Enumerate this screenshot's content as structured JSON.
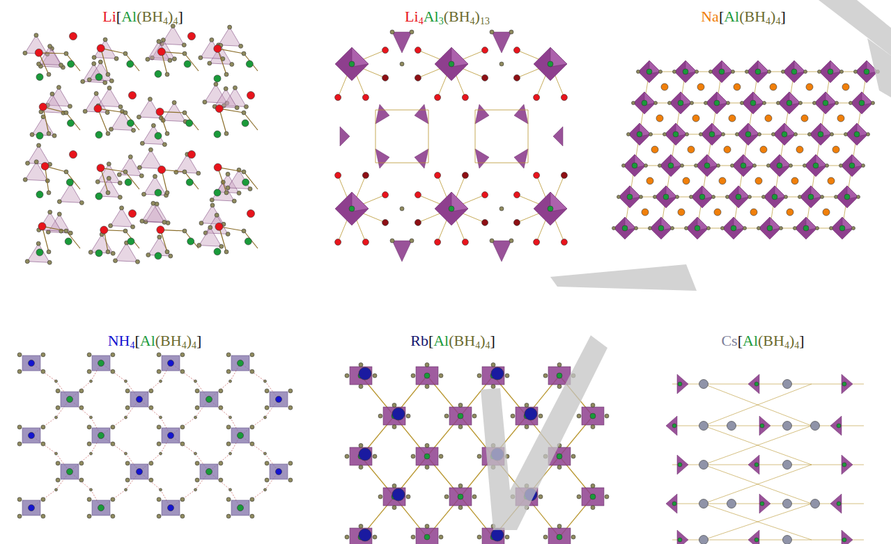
{
  "diagram": {
    "labels": [
      "Li[Al(BH4)4]",
      "Li4Al3(BH4)13",
      "Na[Al(BH4)4]",
      "NH4[Al(BH4)4]",
      "Rb[Al(BH4)4]",
      "Cs[Al(BH4)4]"
    ]
  }
}
